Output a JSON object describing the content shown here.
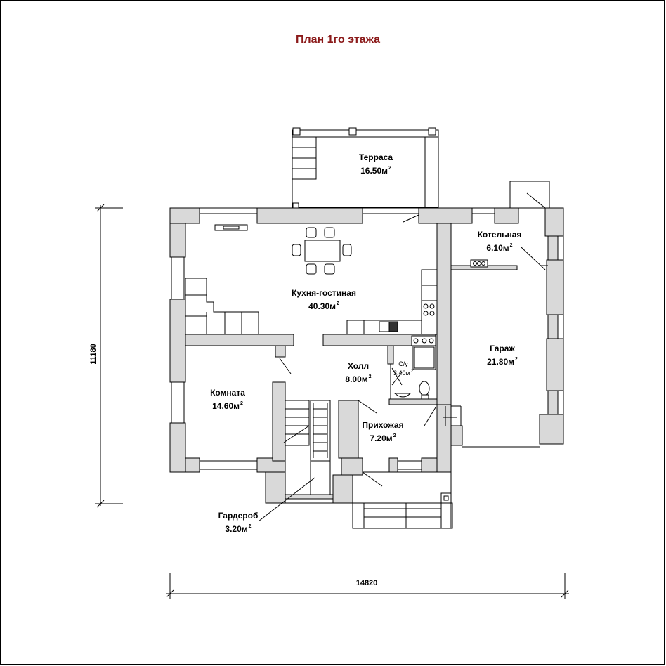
{
  "title": "План 1го этажа",
  "rooms": [
    {
      "name": "Терраса",
      "area": "16.50м",
      "sup": "2"
    },
    {
      "name": "Котельная",
      "area": "6.10м",
      "sup": "2"
    },
    {
      "name": "Кухня-гостиная",
      "area": "40.30м",
      "sup": "2"
    },
    {
      "name": "Гараж",
      "area": "21.80м",
      "sup": "2"
    },
    {
      "name": "Холл",
      "area": "8.00м",
      "sup": "2"
    },
    {
      "name": "С/у",
      "area": "3.40м",
      "sup": "2"
    },
    {
      "name": "Комната",
      "area": "14.60м",
      "sup": "2"
    },
    {
      "name": "Прихожая",
      "area": "7.20м",
      "sup": "2"
    },
    {
      "name": "Гардероб",
      "area": "3.20м",
      "sup": "2"
    }
  ],
  "dimensions": {
    "height": "11180",
    "width": "14820"
  },
  "colors": {
    "wall_fill": "#d9d9d9",
    "title": "#8b1a1a",
    "line": "#000000"
  }
}
